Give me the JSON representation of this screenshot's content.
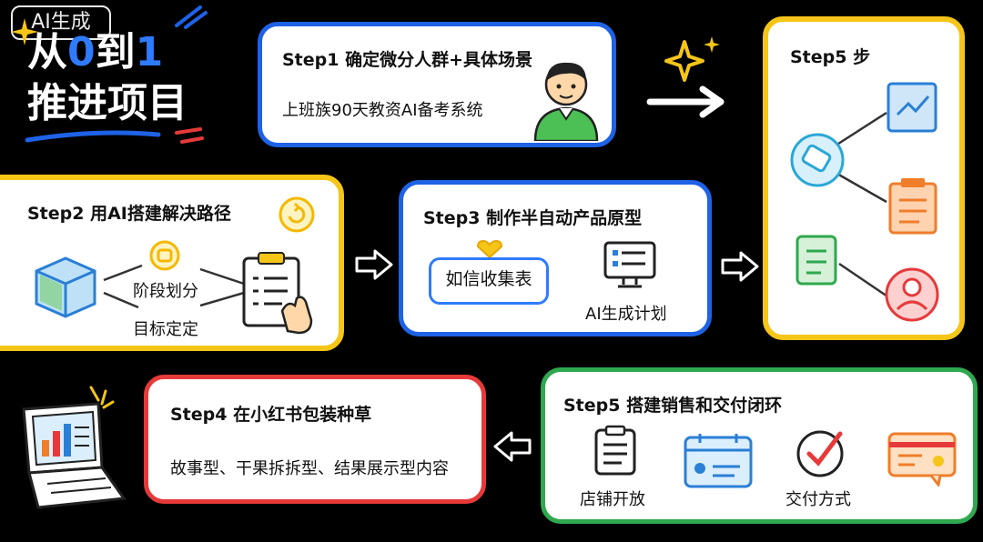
{
  "watermark": "AI生成",
  "header": {
    "line1_prefix": "从",
    "line1_highlight": "0",
    "line1_mid": "到",
    "line1_highlight2": "1",
    "line2": "推进项目"
  },
  "step1": {
    "title": "Step1 确定微分人群+具体场景",
    "text": "上班族90天教资AI备考系统"
  },
  "step2": {
    "title": "Step2 用AI搭建解决路径",
    "item1": "阶段划分",
    "item2": "目标定定"
  },
  "step3": {
    "title": "Step3 制作半自动产品原型",
    "pill": "如信收集表",
    "item": "AI生成计划"
  },
  "step4": {
    "title": "Step4 在小红书包装种草",
    "text": "故事型、干果拆拆型、结果展示型内容"
  },
  "step5_top": {
    "title": "Step5 步"
  },
  "step5_bottom": {
    "title": "Step5 搭建销售和交付闭环",
    "item1": "店铺开放",
    "item2": "交付方式"
  },
  "colors": {
    "blue": "#1e62e6",
    "yellow": "#f5c518",
    "red": "#e63a3a",
    "green": "#2fa84f",
    "background": "#000000"
  }
}
